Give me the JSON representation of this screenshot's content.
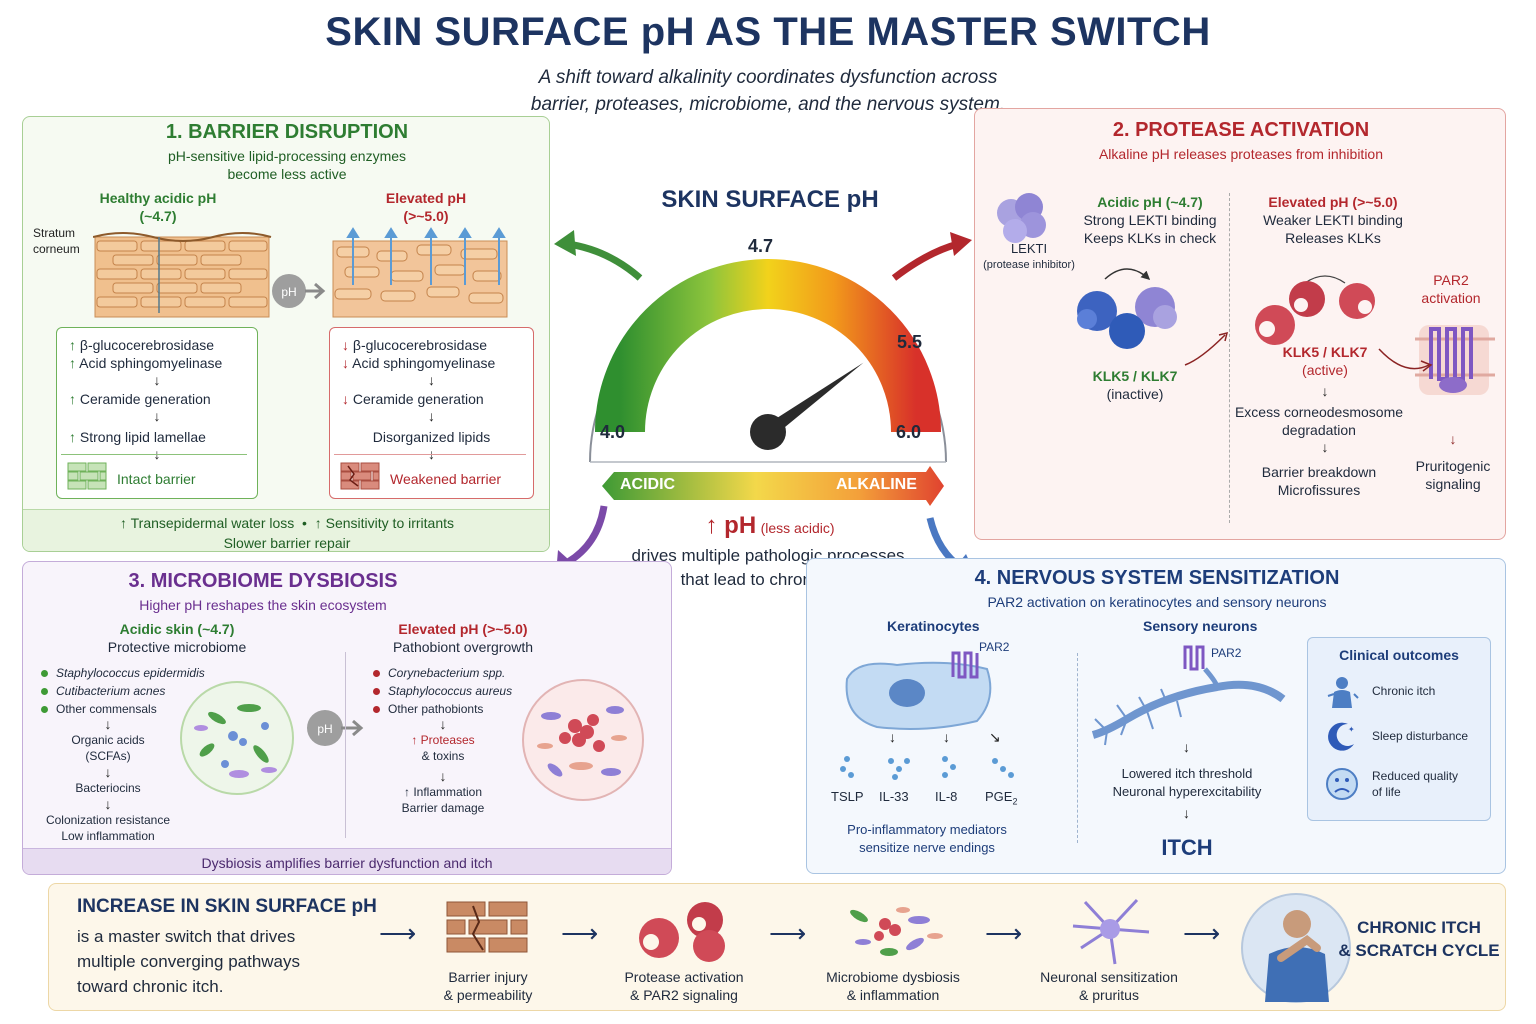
{
  "title": "SKIN SURFACE pH AS THE MASTER SWITCH",
  "subtitle_line1": "A shift toward alkalinity coordinates dysfunction across",
  "subtitle_line2": "barrier, proteases, microbiome, and the nervous system.",
  "gauge": {
    "heading": "SKIN SURFACE pH",
    "ticks": [
      "4.0",
      "4.7",
      "5.5",
      "6.0"
    ],
    "needle_value": 5.6,
    "range": [
      4.0,
      6.0
    ],
    "acidic_label": "ACIDIC",
    "alkaline_label": "ALKALINE",
    "ph_big": "↑ pH",
    "ph_small": "(less acidic)",
    "desc_line1": "drives multiple pathologic processes",
    "desc_line2": "that lead to chronic itch"
  },
  "barrier": {
    "title": "1. BARRIER DISRUPTION",
    "sub1": "pH-sensitive lipid-processing enzymes",
    "sub2": "become less active",
    "healthy_head1": "Healthy acidic pH",
    "healthy_head2": "(~4.7)",
    "elevated_head1": "Elevated pH",
    "elevated_head2": "(>~5.0)",
    "sc_label1": "Stratum",
    "sc_label2": "corneum",
    "ph_chip": "pH",
    "healthy_items": [
      "β-glucocerebrosidase",
      "Acid sphingomyelinase",
      "Ceramide generation",
      "Strong lipid lamellae"
    ],
    "healthy_result": "Intact barrier",
    "elevated_items": [
      "β-glucocerebrosidase",
      "Acid sphingomyelinase",
      "Ceramide generation",
      "Disorganized lipids"
    ],
    "elevated_result": "Weakened barrier",
    "footer1a": "↑ Transepidermal water loss",
    "footer1b": "↑ Sensitivity to irritants",
    "footer2": "Slower barrier repair"
  },
  "protease": {
    "title": "2. PROTEASE ACTIVATION",
    "sub": "Alkaline pH releases proteases from inhibition",
    "lekti": "LEKTI",
    "lekti_sub": "(protease inhibitor)",
    "acid_head": "Acidic pH (~4.7)",
    "acid_l1": "Strong LEKTI binding",
    "acid_l2": "Keeps KLKs in check",
    "klk_inactive": "KLK5 / KLK7",
    "klk_inactive_sub": "(inactive)",
    "elev_head": "Elevated pH (>~5.0)",
    "elev_l1": "Weaker LEKTI binding",
    "elev_l2": "Releases KLKs",
    "klk_active": "KLK5 / KLK7",
    "klk_active_sub": "(active)",
    "par2_1": "PAR2",
    "par2_2": "activation",
    "excess1": "Excess corneodesmosome",
    "excess2": "degradation",
    "breakdown1": "Barrier breakdown",
    "breakdown2": "Microfissures",
    "prurito1": "Pruritogenic",
    "prurito2": "signaling"
  },
  "microbiome": {
    "title": "3. MICROBIOME DYSBIOSIS",
    "sub": "Higher pH reshapes the skin ecosystem",
    "acid_head": "Acidic skin (~4.7)",
    "acid_sub": "Protective microbiome",
    "acid_species": [
      "Staphylococcus epidermidis",
      "Cutibacterium acnes",
      "Other commensals"
    ],
    "acid_flow": [
      "Organic acids",
      "(SCFAs)",
      "Bacteriocins",
      "Colonization resistance",
      "Low inflammation"
    ],
    "ph_chip": "pH",
    "elev_head": "Elevated pH (>~5.0)",
    "elev_sub": "Pathobiont overgrowth",
    "elev_species": [
      "Corynebacterium spp.",
      "Staphylococcus aureus",
      "Other pathobionts"
    ],
    "elev_flow1a": "↑ Proteases",
    "elev_flow1b": "& toxins",
    "elev_flow2a": "↑ Inflammation",
    "elev_flow2b": "Barrier damage",
    "footer": "Dysbiosis amplifies barrier dysfunction and itch"
  },
  "nervous": {
    "title": "4. NERVOUS SYSTEM SENSITIZATION",
    "sub": "PAR2 activation on keratinocytes and sensory neurons",
    "kera": "Keratinocytes",
    "par2": "PAR2",
    "mediators": [
      "TSLP",
      "IL-33",
      "IL-8",
      "PGE"
    ],
    "pge_sub": "2",
    "mediators_l1": "Pro-inflammatory mediators",
    "mediators_l2": "sensitize nerve endings",
    "sensory": "Sensory neurons",
    "par2b": "PAR2",
    "thr1": "Lowered itch threshold",
    "thr2": "Neuronal hyperexcitability",
    "itch": "ITCH",
    "clinical_head": "Clinical outcomes",
    "outcomes": [
      "Chronic itch",
      "Sleep disturbance",
      "Reduced quality"
    ],
    "outcome3b": "of life"
  },
  "bottom": {
    "head": "INCREASE IN SKIN SURFACE pH",
    "l1": "is a master switch that drives",
    "l2": "multiple converging pathways",
    "l3": "toward chronic itch.",
    "steps": [
      {
        "a": "Barrier injury",
        "b": "& permeability"
      },
      {
        "a": "Protease activation",
        "b": "& PAR2 signaling"
      },
      {
        "a": "Microbiome dysbiosis",
        "b": "& inflammation"
      },
      {
        "a": "Neuronal sensitization",
        "b": "& pruritus"
      }
    ],
    "final1": "CHRONIC ITCH",
    "final2": "& SCRATCH CYCLE"
  },
  "colors": {
    "navy": "#1d3461",
    "green": "#2e7d32",
    "red": "#b3272d",
    "purple": "#6a2f8f",
    "blue": "#1d3d7a"
  }
}
